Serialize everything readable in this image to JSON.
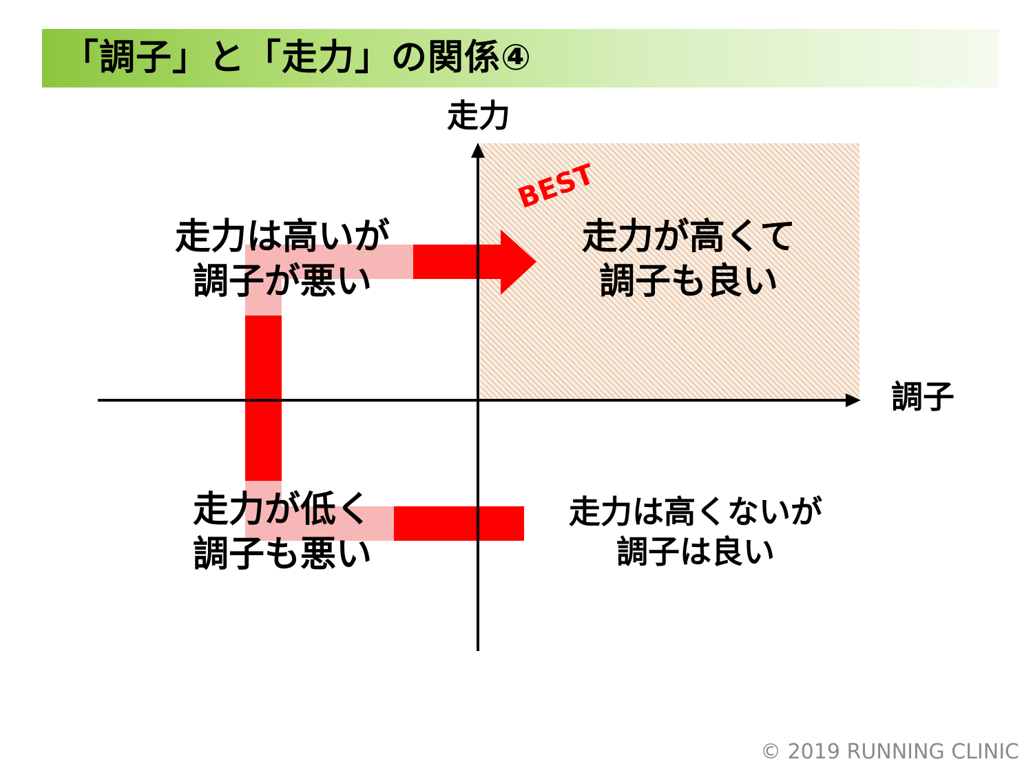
{
  "header": {
    "title": "「調子」と「走力」の関係④"
  },
  "axes": {
    "y_label": "走力",
    "x_label": "調子"
  },
  "quadrants": {
    "top_left": {
      "line1": "走力は高いが",
      "line2": "調子が悪い"
    },
    "top_right": {
      "line1": "走力が高くて",
      "line2": "調子も良い"
    },
    "bottom_left": {
      "line1": "走力が低く",
      "line2": "調子も悪い"
    },
    "bottom_right": {
      "line1": "走力は高くないが",
      "line2": "調子は良い"
    }
  },
  "best_label": "BEST",
  "footer": {
    "copyright": "© 2019 RUNNING CLINIC"
  },
  "colors": {
    "title_bar_start": "#8cc63f",
    "path_red": "#ff0000",
    "path_pink": "#f7b7b7",
    "best_hatch": "#e9a66e"
  }
}
